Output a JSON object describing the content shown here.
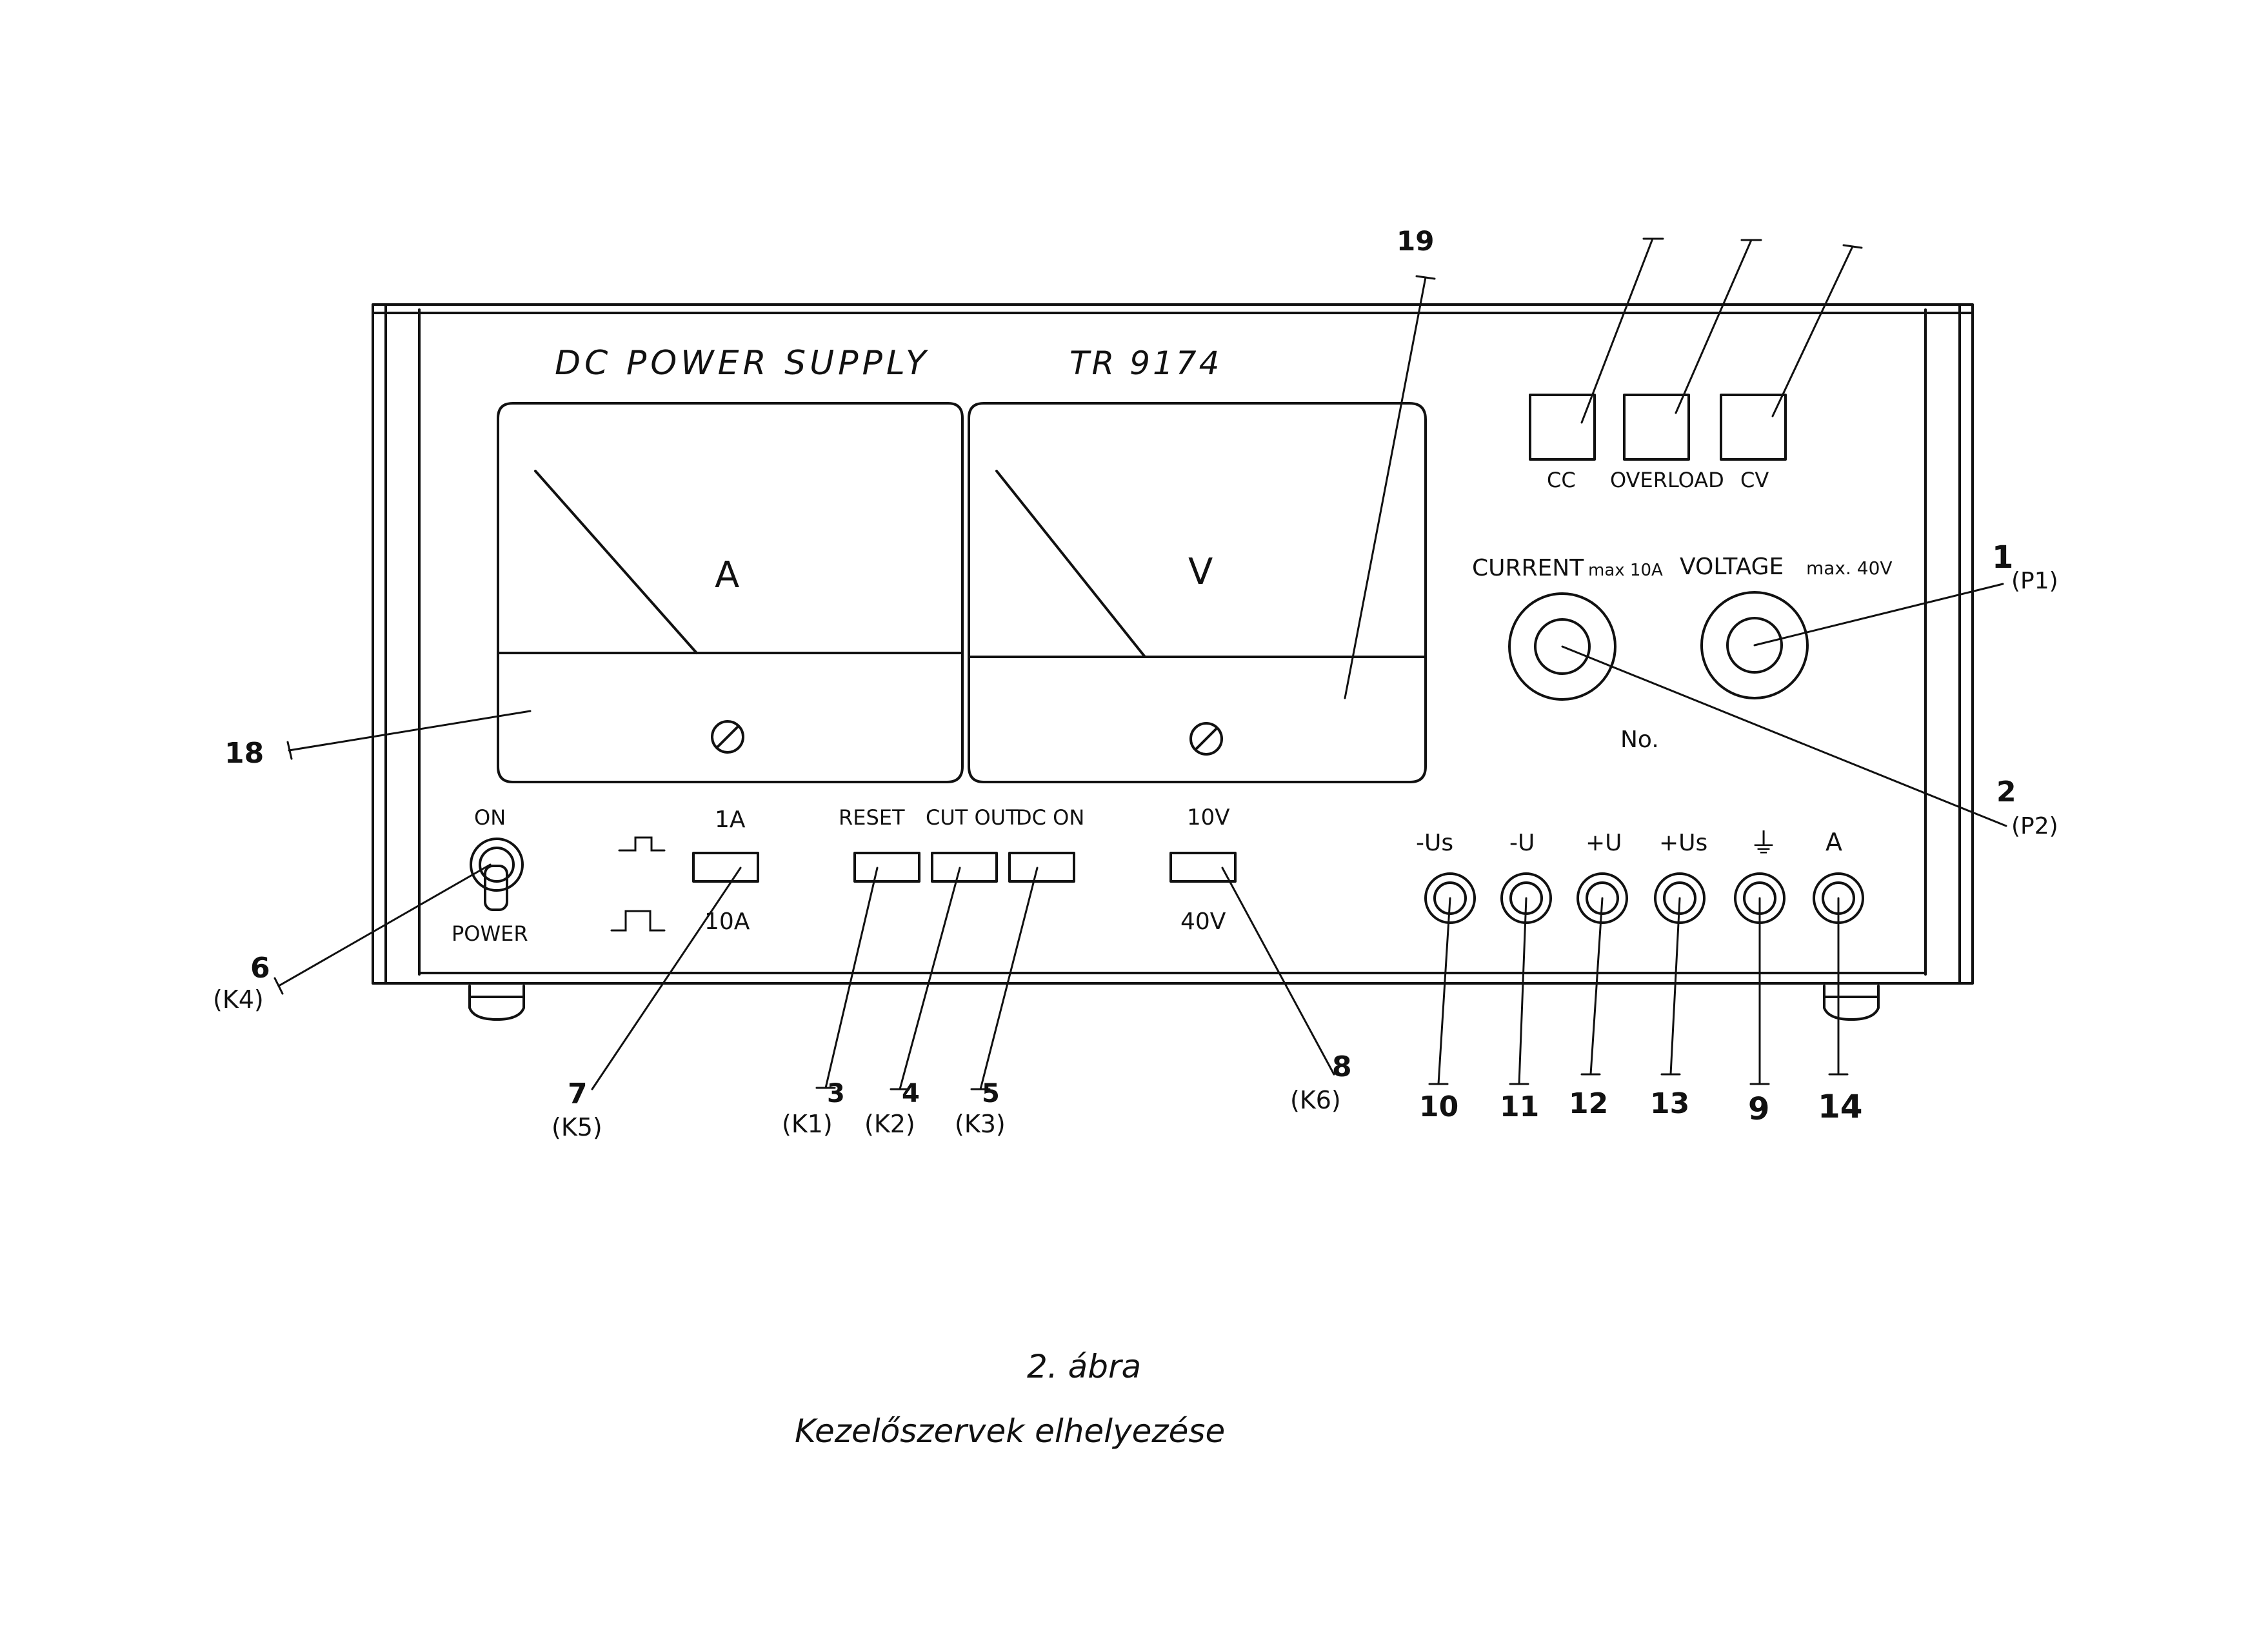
{
  "panel": {
    "title": "DC POWER SUPPLY",
    "model": "TR 9174",
    "meter_current_unit": "A",
    "meter_voltage_unit": "V",
    "indicator_labels": [
      "CC",
      "OVERLOAD",
      "CV"
    ],
    "knob_current_label": "CURRENT",
    "knob_current_max": "max 10A",
    "knob_voltage_label": "VOLTAGE",
    "knob_voltage_max": "max. 40V",
    "serial_label": "No.",
    "power_on_label": "ON",
    "power_label": "POWER",
    "range_current_top": "1A",
    "range_current_bottom": "10A",
    "reset_label": "RESET",
    "cutout_label": "CUT OUT",
    "dcon_label": "DC ON",
    "range_voltage_top": "10V",
    "range_voltage_bottom": "40V",
    "terminal_labels": [
      "-Us",
      "-U",
      "+U",
      "+Us",
      "⏚",
      "A"
    ]
  },
  "callouts": {
    "c1": "1",
    "c1_ref": "(P1)",
    "c2": "2",
    "c2_ref": "(P2)",
    "c3": "3",
    "c3_ref": "(K1)",
    "c4": "4",
    "c4_ref": "(K2)",
    "c5": "5",
    "c5_ref": "(K3)",
    "c6": "6",
    "c6_ref": "(K4)",
    "c7": "7",
    "c7_ref": "(K5)",
    "c8": "8",
    "c8_ref": "(K6)",
    "c18": "18",
    "c19": "19",
    "terminal_numbers": [
      "10",
      "11",
      "12",
      "13",
      "9",
      "14"
    ]
  },
  "caption": {
    "figure": "2. ábra",
    "text": "Kezelőszervek elhelyezése"
  }
}
